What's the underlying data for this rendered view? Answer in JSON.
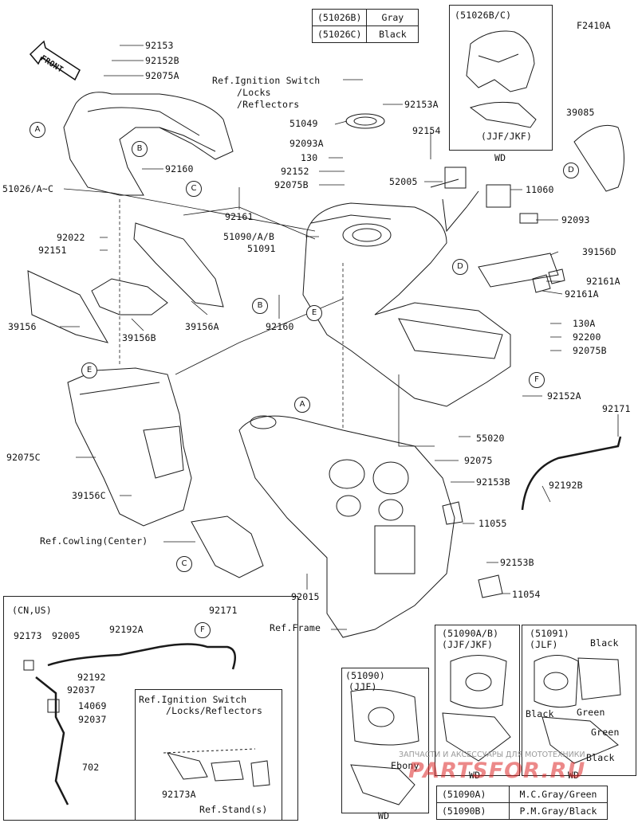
{
  "figure_code": "F2410A",
  "front_arrow": "FRONT",
  "color_table": {
    "rows": [
      {
        "code": "(51026B)",
        "color": "Gray"
      },
      {
        "code": "(51026C)",
        "color": "Black"
      }
    ]
  },
  "inset_cowl": {
    "title": "(51026B/C)",
    "variant": "(JJF/JKF)",
    "market": "WD"
  },
  "inset_cn_us": {
    "title": "(CN,US)",
    "parts": [
      "92173",
      "92005",
      "92192A",
      "92171",
      "92192",
      "92037",
      "14069",
      "92037",
      "702"
    ],
    "callout_f": "F"
  },
  "inset_ignition": {
    "ref_line1": "Ref.Ignition Switch",
    "ref_line2": "/Locks/Reflectors",
    "part": "92173A",
    "ref_stand": "Ref.Stand(s)"
  },
  "inset_51090": {
    "title": "(51090)",
    "variant": "(JJF)",
    "label": "Ebony",
    "market": "WD"
  },
  "inset_51090ab": {
    "title": "(51090A/B)",
    "variant": "(JJF/JKF)",
    "market": "WD"
  },
  "inset_51091": {
    "title": "(51091)",
    "variant": "(JLF)",
    "labels": [
      "Black",
      "Black",
      "Green",
      "Black",
      "Green"
    ],
    "market": "WD"
  },
  "tank_color_table": {
    "rows": [
      {
        "code": "(51090A)",
        "color": "M.C.Gray/Green"
      },
      {
        "code": "(51090B)",
        "color": "P.M.Gray/Black"
      }
    ]
  },
  "main_labels": {
    "p92153": "92153",
    "p92152B": "92152B",
    "p92075A": "92075A",
    "ref_ign_1": "Ref.Ignition Switch",
    "ref_ign_2": "/Locks",
    "ref_ign_3": "/Reflectors",
    "p92153A": "92153A",
    "p51049": "51049",
    "p92154": "92154",
    "p92093A": "92093A",
    "p130": "130",
    "p92152": "92152",
    "p92075B": "92075B",
    "p51026": "51026/A~C",
    "p92160a": "92160",
    "p92161": "92161",
    "p52005": "52005",
    "p11060": "11060",
    "p92022": "92022",
    "p92151": "92151",
    "p51090": "51090/A/B",
    "p51091": "51091",
    "p92093": "92093",
    "p39156D": "39156D",
    "p92161Aa": "92161A",
    "p92161Ab": "92161A",
    "p39156": "39156",
    "p39156B": "39156B",
    "p39156A": "39156A",
    "p92160b": "92160",
    "p39085": "39085",
    "p130A": "130A",
    "p92200": "92200",
    "p92075Bb": "92075B",
    "p92152A": "92152A",
    "p92171": "92171",
    "p92075C": "92075C",
    "p39156C": "39156C",
    "p55020": "55020",
    "p92075": "92075",
    "p92153B": "92153B",
    "p92192B": "92192B",
    "p11055": "11055",
    "ref_cowl": "Ref.Cowling(Center)",
    "p92153Bb": "92153B",
    "p11054": "11054",
    "p92015": "92015",
    "ref_frame": "Ref.Frame"
  },
  "callouts": {
    "a": "A",
    "b": "B",
    "c": "C",
    "d": "D",
    "e": "E",
    "f": "F"
  },
  "watermark": {
    "text": "ЗАПЧАСТИ И АКСЕССУАРЫ ДЛЯ МОТОТЕХНИКИ",
    "logo": "PARTSFOR.RU"
  }
}
